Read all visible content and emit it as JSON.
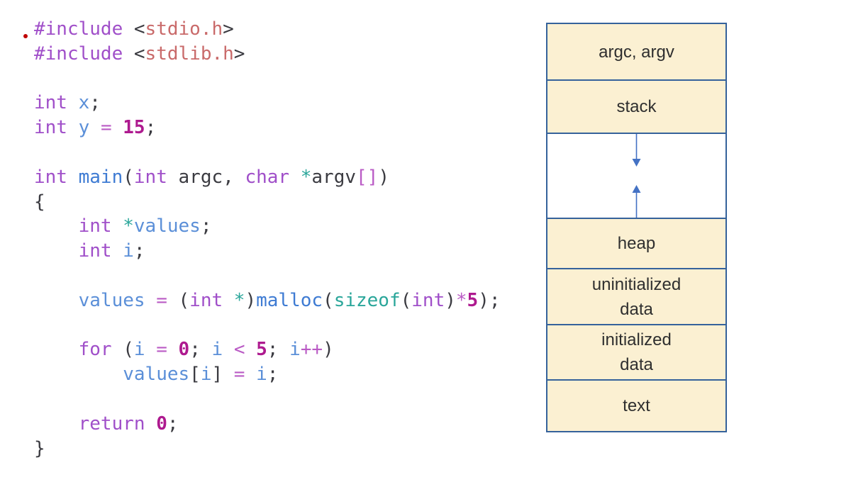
{
  "code": {
    "token_colors": {
      "kw": "#A04FC9",
      "str": "#C96A6A",
      "pl": "#3B3B41",
      "var": "#5B8FD8",
      "fn": "#3E7BD3",
      "num": "#AE1A8F",
      "op": "#BA5BC5",
      "ptr": "#2AA69A"
    },
    "lines": [
      [
        [
          "kw",
          "#include"
        ],
        [
          "pl",
          " <"
        ],
        [
          "str",
          "stdio.h"
        ],
        [
          "pl",
          ">"
        ]
      ],
      [
        [
          "kw",
          "#include"
        ],
        [
          "pl",
          " <"
        ],
        [
          "str",
          "stdlib.h"
        ],
        [
          "pl",
          ">"
        ]
      ],
      [],
      [
        [
          "kw",
          "int"
        ],
        [
          "pl",
          " "
        ],
        [
          "var",
          "x"
        ],
        [
          "pl",
          ";"
        ]
      ],
      [
        [
          "kw",
          "int"
        ],
        [
          "pl",
          " "
        ],
        [
          "var",
          "y"
        ],
        [
          "pl",
          " "
        ],
        [
          "op",
          "="
        ],
        [
          "pl",
          " "
        ],
        [
          "num",
          "15"
        ],
        [
          "pl",
          ";"
        ]
      ],
      [],
      [
        [
          "kw",
          "int"
        ],
        [
          "pl",
          " "
        ],
        [
          "fn",
          "main"
        ],
        [
          "pl",
          "("
        ],
        [
          "kw",
          "int"
        ],
        [
          "pl",
          " argc, "
        ],
        [
          "kw",
          "char"
        ],
        [
          "pl",
          " "
        ],
        [
          "ptr",
          "*"
        ],
        [
          "pl",
          "argv"
        ],
        [
          "op",
          "[]"
        ],
        [
          "pl",
          ")"
        ]
      ],
      [
        [
          "pl",
          "{"
        ]
      ],
      [
        [
          "pl",
          "    "
        ],
        [
          "kw",
          "int"
        ],
        [
          "pl",
          " "
        ],
        [
          "ptr",
          "*"
        ],
        [
          "var",
          "values"
        ],
        [
          "pl",
          ";"
        ]
      ],
      [
        [
          "pl",
          "    "
        ],
        [
          "kw",
          "int"
        ],
        [
          "pl",
          " "
        ],
        [
          "var",
          "i"
        ],
        [
          "pl",
          ";"
        ]
      ],
      [],
      [
        [
          "pl",
          "    "
        ],
        [
          "var",
          "values"
        ],
        [
          "pl",
          " "
        ],
        [
          "op",
          "="
        ],
        [
          "pl",
          " ("
        ],
        [
          "kw",
          "int"
        ],
        [
          "pl",
          " "
        ],
        [
          "ptr",
          "*"
        ],
        [
          "pl",
          ")"
        ],
        [
          "fn",
          "malloc"
        ],
        [
          "pl",
          "("
        ],
        [
          "ptr",
          "sizeof"
        ],
        [
          "pl",
          "("
        ],
        [
          "kw",
          "int"
        ],
        [
          "pl",
          ")"
        ],
        [
          "op",
          "*"
        ],
        [
          "num",
          "5"
        ],
        [
          "pl",
          ");"
        ]
      ],
      [],
      [
        [
          "pl",
          "    "
        ],
        [
          "kw",
          "for"
        ],
        [
          "pl",
          " ("
        ],
        [
          "var",
          "i"
        ],
        [
          "pl",
          " "
        ],
        [
          "op",
          "="
        ],
        [
          "pl",
          " "
        ],
        [
          "num",
          "0"
        ],
        [
          "pl",
          "; "
        ],
        [
          "var",
          "i"
        ],
        [
          "pl",
          " "
        ],
        [
          "op",
          "<"
        ],
        [
          "pl",
          " "
        ],
        [
          "num",
          "5"
        ],
        [
          "pl",
          "; "
        ],
        [
          "var",
          "i"
        ],
        [
          "op",
          "++"
        ],
        [
          "pl",
          ")"
        ]
      ],
      [
        [
          "pl",
          "        "
        ],
        [
          "var",
          "values"
        ],
        [
          "pl",
          "["
        ],
        [
          "var",
          "i"
        ],
        [
          "pl",
          "] "
        ],
        [
          "op",
          "="
        ],
        [
          "pl",
          " "
        ],
        [
          "var",
          "i"
        ],
        [
          "pl",
          ";"
        ]
      ],
      [],
      [
        [
          "pl",
          "    "
        ],
        [
          "kw",
          "return"
        ],
        [
          "pl",
          " "
        ],
        [
          "num",
          "0"
        ],
        [
          "pl",
          ";"
        ]
      ],
      [
        [
          "pl",
          "}"
        ]
      ]
    ]
  },
  "diagram": {
    "colors": {
      "fill": "#FBF0D2",
      "border": "#35629B",
      "arrow": "#4472C4",
      "label": "#2F2F2F"
    },
    "blocks": [
      {
        "kind": "cell",
        "lines": [
          "argc, argv"
        ],
        "h": 82
      },
      {
        "kind": "cell",
        "lines": [
          "stack"
        ],
        "h": 77
      },
      {
        "kind": "gap",
        "lines": [],
        "h": 122
      },
      {
        "kind": "cell",
        "lines": [
          "heap"
        ],
        "h": 73
      },
      {
        "kind": "cell",
        "lines": [
          "uninitialized",
          "data"
        ],
        "h": 81
      },
      {
        "kind": "cell",
        "lines": [
          "initialized",
          "data"
        ],
        "h": 80
      },
      {
        "kind": "cell",
        "lines": [
          "text"
        ],
        "h": 75
      }
    ]
  },
  "pointer_dot": {
    "color": "#C00000"
  }
}
